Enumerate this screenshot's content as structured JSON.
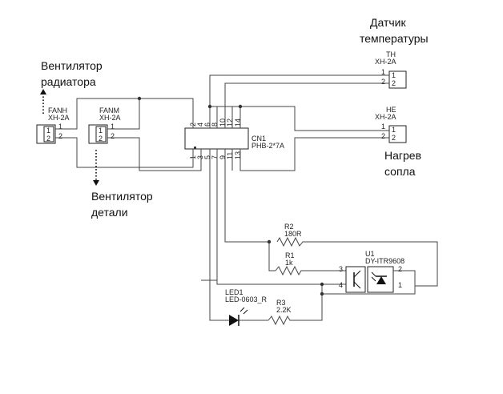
{
  "labels": {
    "temp_sensor_line1": "Датчик",
    "temp_sensor_line2": "температуры",
    "fan_radiator_line1": "Вентилятор",
    "fan_radiator_line2": "радиатора",
    "fan_part_line1": "Вентилятор",
    "fan_part_line2": "детали",
    "heater_line1": "Нагрев",
    "heater_line2": "сопла"
  },
  "components": {
    "fanh": {
      "ref": "FANH",
      "value": "XH-2A",
      "pins": [
        "1",
        "2"
      ]
    },
    "fanm": {
      "ref": "FANM",
      "value": "XH-2A",
      "pins": [
        "1",
        "2"
      ]
    },
    "th": {
      "ref": "TH",
      "value": "XH-2A",
      "pins": [
        "1",
        "2"
      ]
    },
    "he": {
      "ref": "HE",
      "value": "XH-2A",
      "pins": [
        "1",
        "2"
      ]
    },
    "cn1": {
      "ref": "CN1",
      "value": "PHB-2*7A",
      "top_pins": [
        "2",
        "4",
        "6",
        "8",
        "10",
        "12",
        "14"
      ],
      "bottom_pins": [
        "1",
        "3",
        "5",
        "7",
        "9",
        "11",
        "13"
      ]
    },
    "r1": {
      "ref": "R1",
      "value": "1k"
    },
    "r2": {
      "ref": "R2",
      "value": "180R"
    },
    "r3": {
      "ref": "R3",
      "value": "2.2K"
    },
    "led1": {
      "ref": "LED1",
      "value": "LED-0603_R"
    },
    "u1": {
      "ref": "U1",
      "value": "DY-ITR9608",
      "pins": [
        "3",
        "4",
        "2",
        "1"
      ]
    }
  }
}
